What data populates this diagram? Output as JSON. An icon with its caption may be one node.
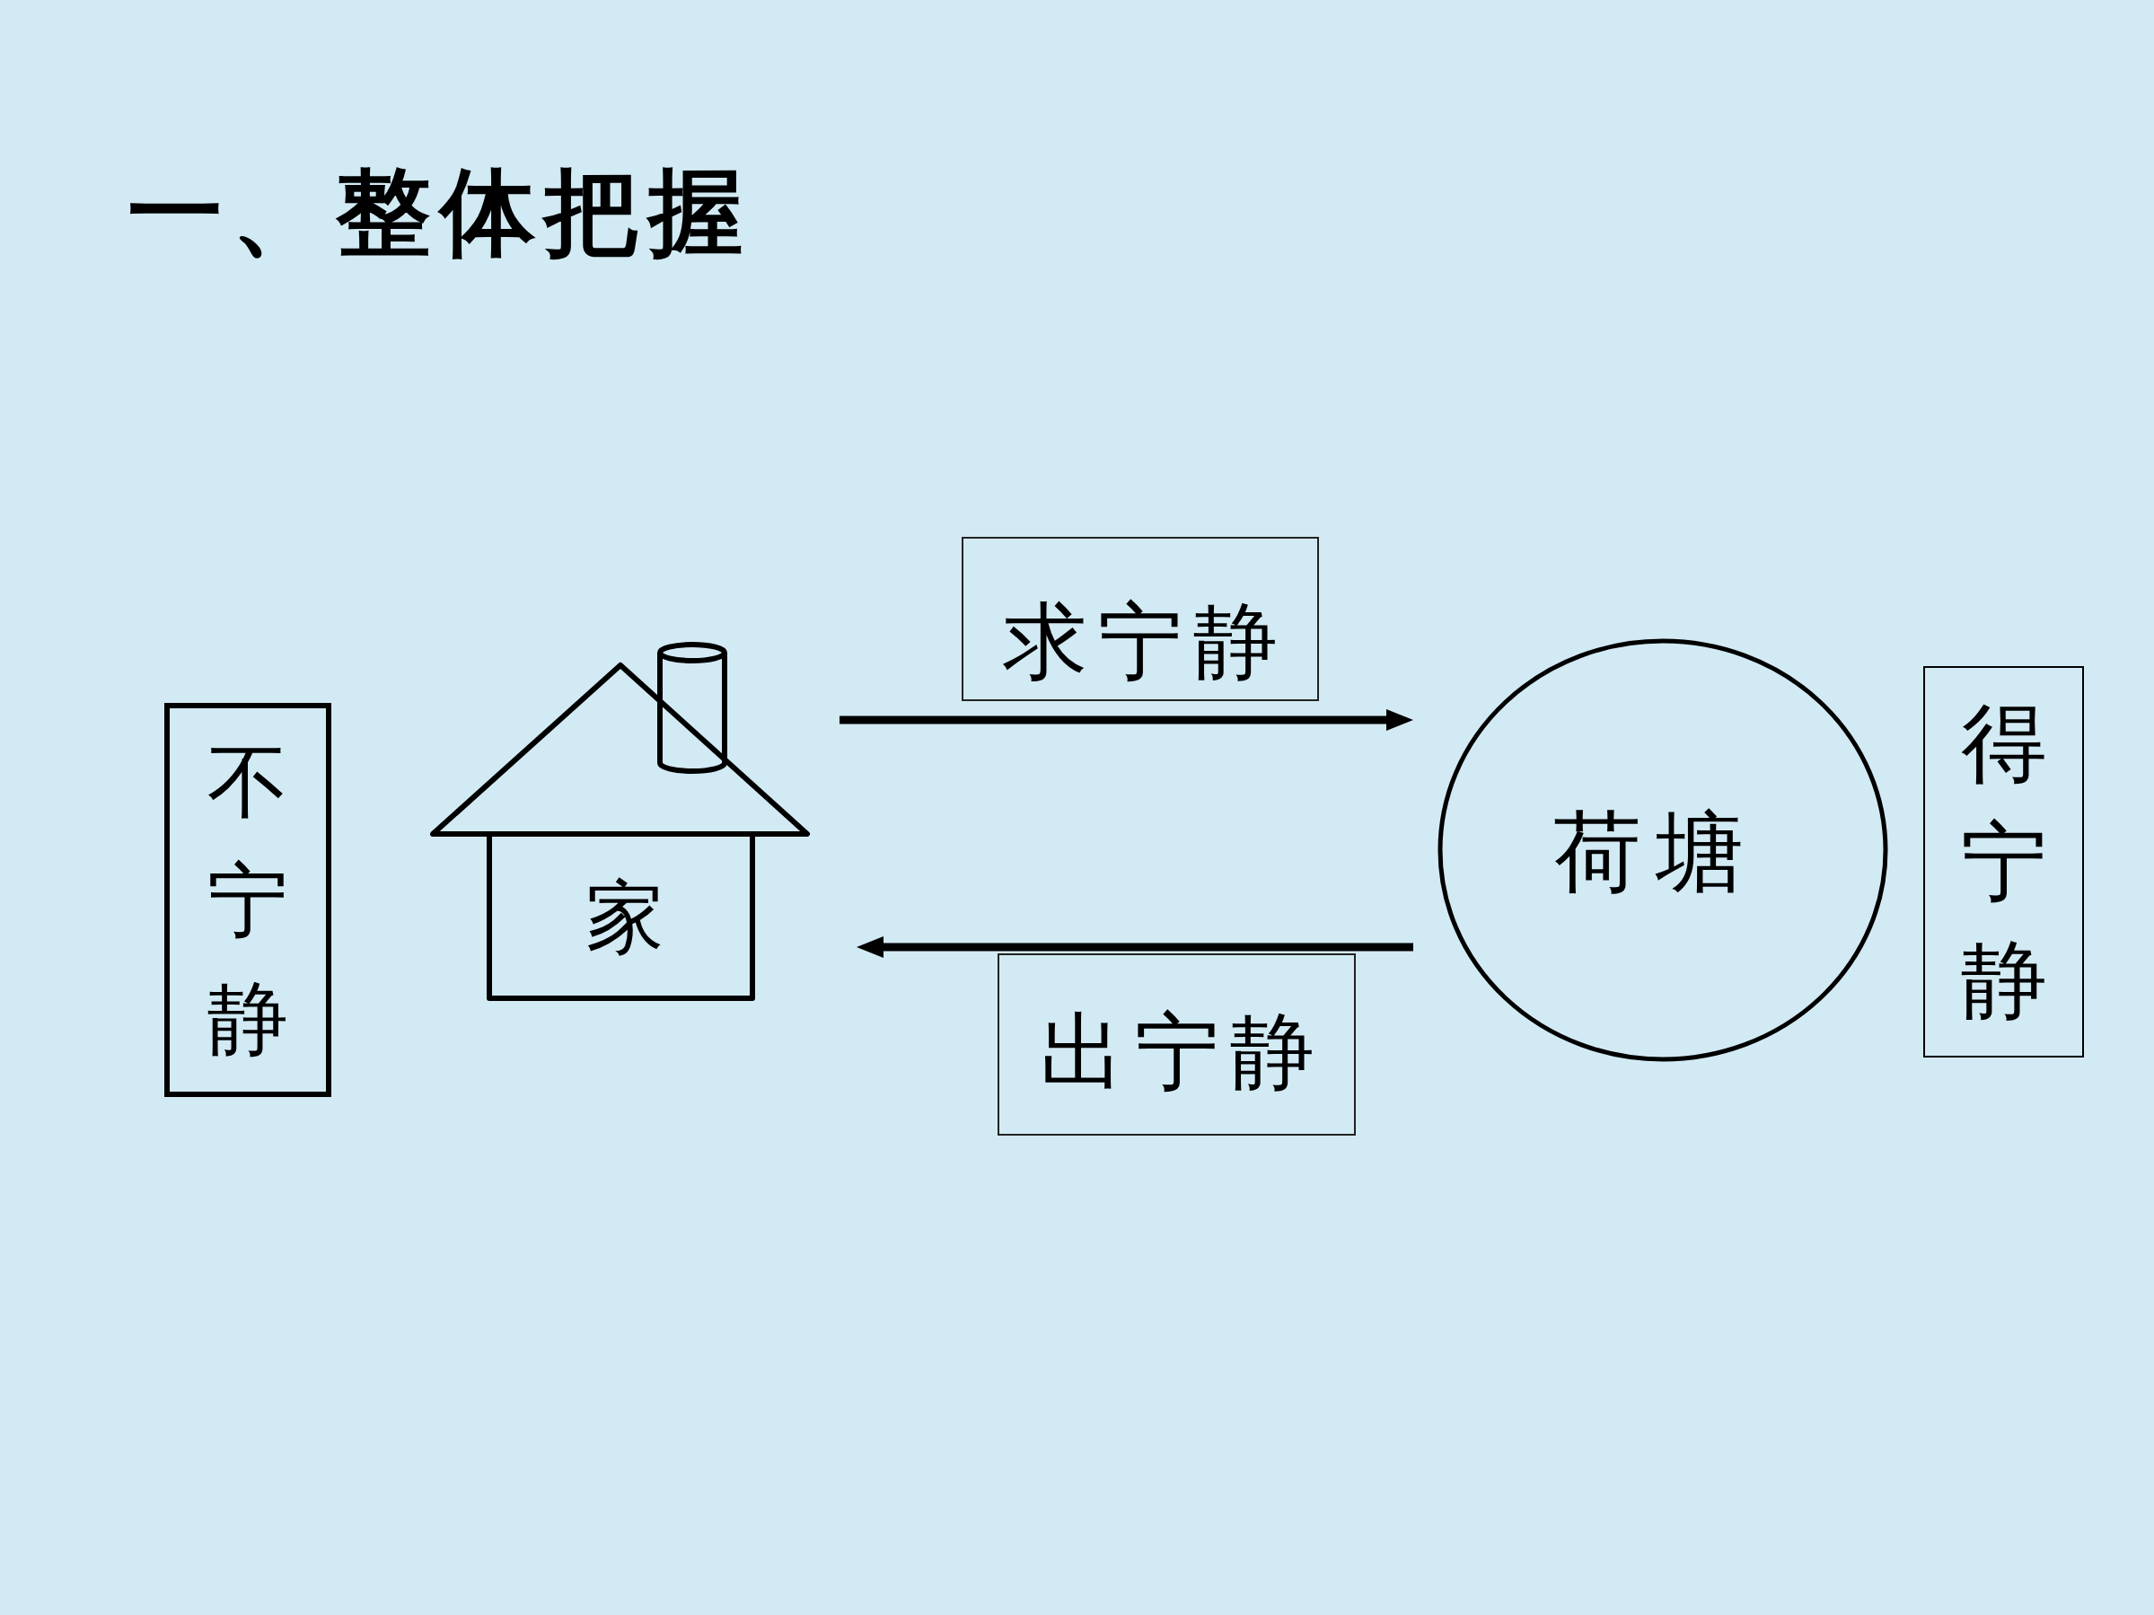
{
  "diagram": {
    "title": "一、整体把握",
    "nodes": [
      {
        "text": [
          "不宁静"
        ]
      },
      {
        "text": [
          "家"
        ]
      },
      {
        "text": [
          "荷塘"
        ]
      },
      {
        "text": [
          "得宁静"
        ]
      }
    ],
    "edges": [
      {
        "from": 1,
        "to": 2,
        "arrow": "to",
        "label": "求宁静"
      },
      {
        "from": 2,
        "to": 1,
        "arrow": "to",
        "label": "出宁静"
      }
    ]
  }
}
